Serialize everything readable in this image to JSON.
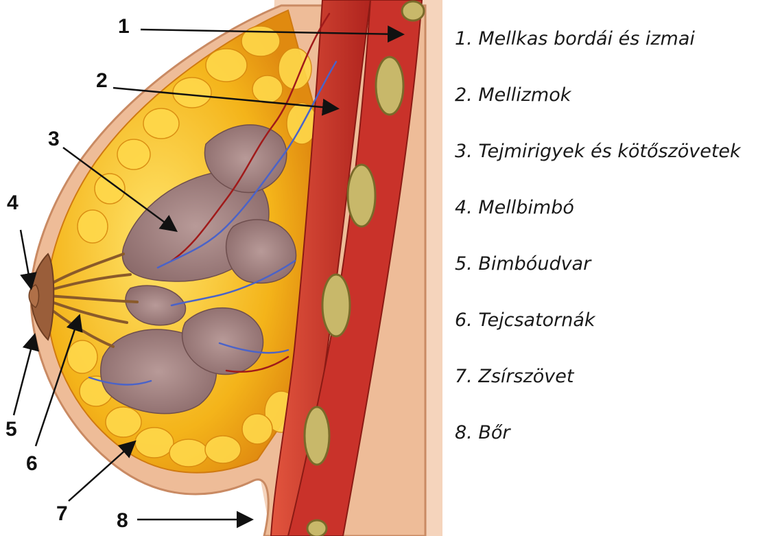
{
  "markers": [
    "1",
    "2",
    "3",
    "4",
    "5",
    "6",
    "7",
    "8"
  ],
  "legend": [
    "1. Mellkas bordái és izmai",
    "2. Mellizmok",
    "3. Tejmirigyek és kötőszövetek",
    "4. Mellbimbó",
    "5. Bimbóudvar",
    "6. Tejcsatornák",
    "7. Zsírszövet",
    "8. Bőr"
  ],
  "colors": {
    "skin": "#f5d4bc",
    "skin_edge": "#d9a07a",
    "fat": "#f4b41a",
    "fat_light": "#ffd84a",
    "muscle": "#c9322a",
    "muscle_light": "#e2553e",
    "gland": "#9c7a7a",
    "rib": "#c8b86a",
    "vein": "#4a63c9",
    "artery": "#a01a1a"
  }
}
